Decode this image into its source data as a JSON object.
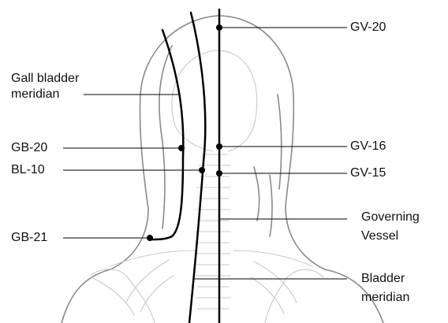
{
  "labels": {
    "gv20": "GV-20",
    "gall_bladder_meridian_line1": "Gall bladder",
    "gall_bladder_meridian_line2": "meridian",
    "gb20": "GB-20",
    "gv16": "GV-16",
    "bl10": "BL-10",
    "gv15": "GV-15",
    "governing_vessel_line1": "Governing",
    "governing_vessel_line2": "Vessel",
    "gb21": "GB-21",
    "bladder_meridian_line1": "Bladder",
    "bladder_meridian_line2": "meridian"
  },
  "colors": {
    "meridian": "#000000",
    "outline": "#8a8a8a",
    "skeleton": "#c9c9c9"
  }
}
